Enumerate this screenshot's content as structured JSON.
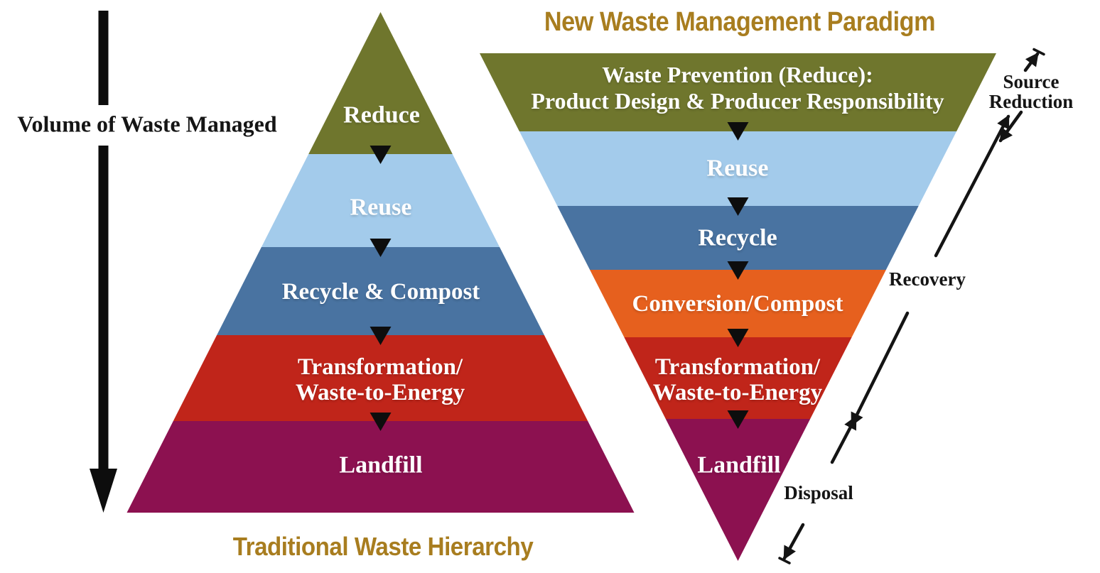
{
  "diagram": {
    "left": {
      "title": "Traditional Waste Hierarchy",
      "volume_label": "Volume of Waste Managed",
      "layers": [
        {
          "label": "Reduce",
          "color": "#6f762d"
        },
        {
          "label": "Reuse",
          "color": "#a3cbeb"
        },
        {
          "label": "Recycle & Compost",
          "color": "#4973a1"
        },
        {
          "label": "Transformation/",
          "label2": "Waste-to-Energy",
          "color": "#c0251a"
        },
        {
          "label": "Landfill",
          "color": "#8c1150"
        }
      ]
    },
    "right": {
      "title": "New Waste Management Paradigm",
      "layers": [
        {
          "label": "Waste Prevention (Reduce):",
          "label2": "Product Design & Producer Responsibility",
          "color": "#6f762d"
        },
        {
          "label": "Reuse",
          "color": "#a3cbeb"
        },
        {
          "label": "Recycle",
          "color": "#4973a1"
        },
        {
          "label": "Conversion/Compost",
          "color": "#e6601e"
        },
        {
          "label": "Transformation/",
          "label2": "Waste-to-Energy",
          "color": "#c0251a"
        },
        {
          "label": "Landfill",
          "color": "#8c1150"
        }
      ],
      "annotations": {
        "source_reduction": {
          "line1": "Source",
          "line2": "Reduction"
        },
        "recovery": "Recovery",
        "disposal": "Disposal"
      }
    },
    "colors": {
      "title_gold": "#a87d1f",
      "marker_black": "#141414",
      "divider_black": "#0d0d0d"
    }
  }
}
